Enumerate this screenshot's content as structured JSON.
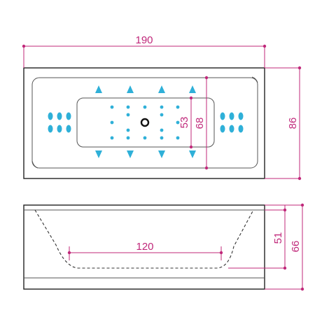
{
  "dimensions": {
    "length": "190",
    "width": "86",
    "inner_width": "68",
    "seat_width": "53",
    "bottom_length": "120",
    "inner_depth": "51",
    "total_height": "66"
  },
  "colors": {
    "dimension": "#c0287a",
    "jets": "#2fb0d8",
    "outline": "#222222"
  }
}
